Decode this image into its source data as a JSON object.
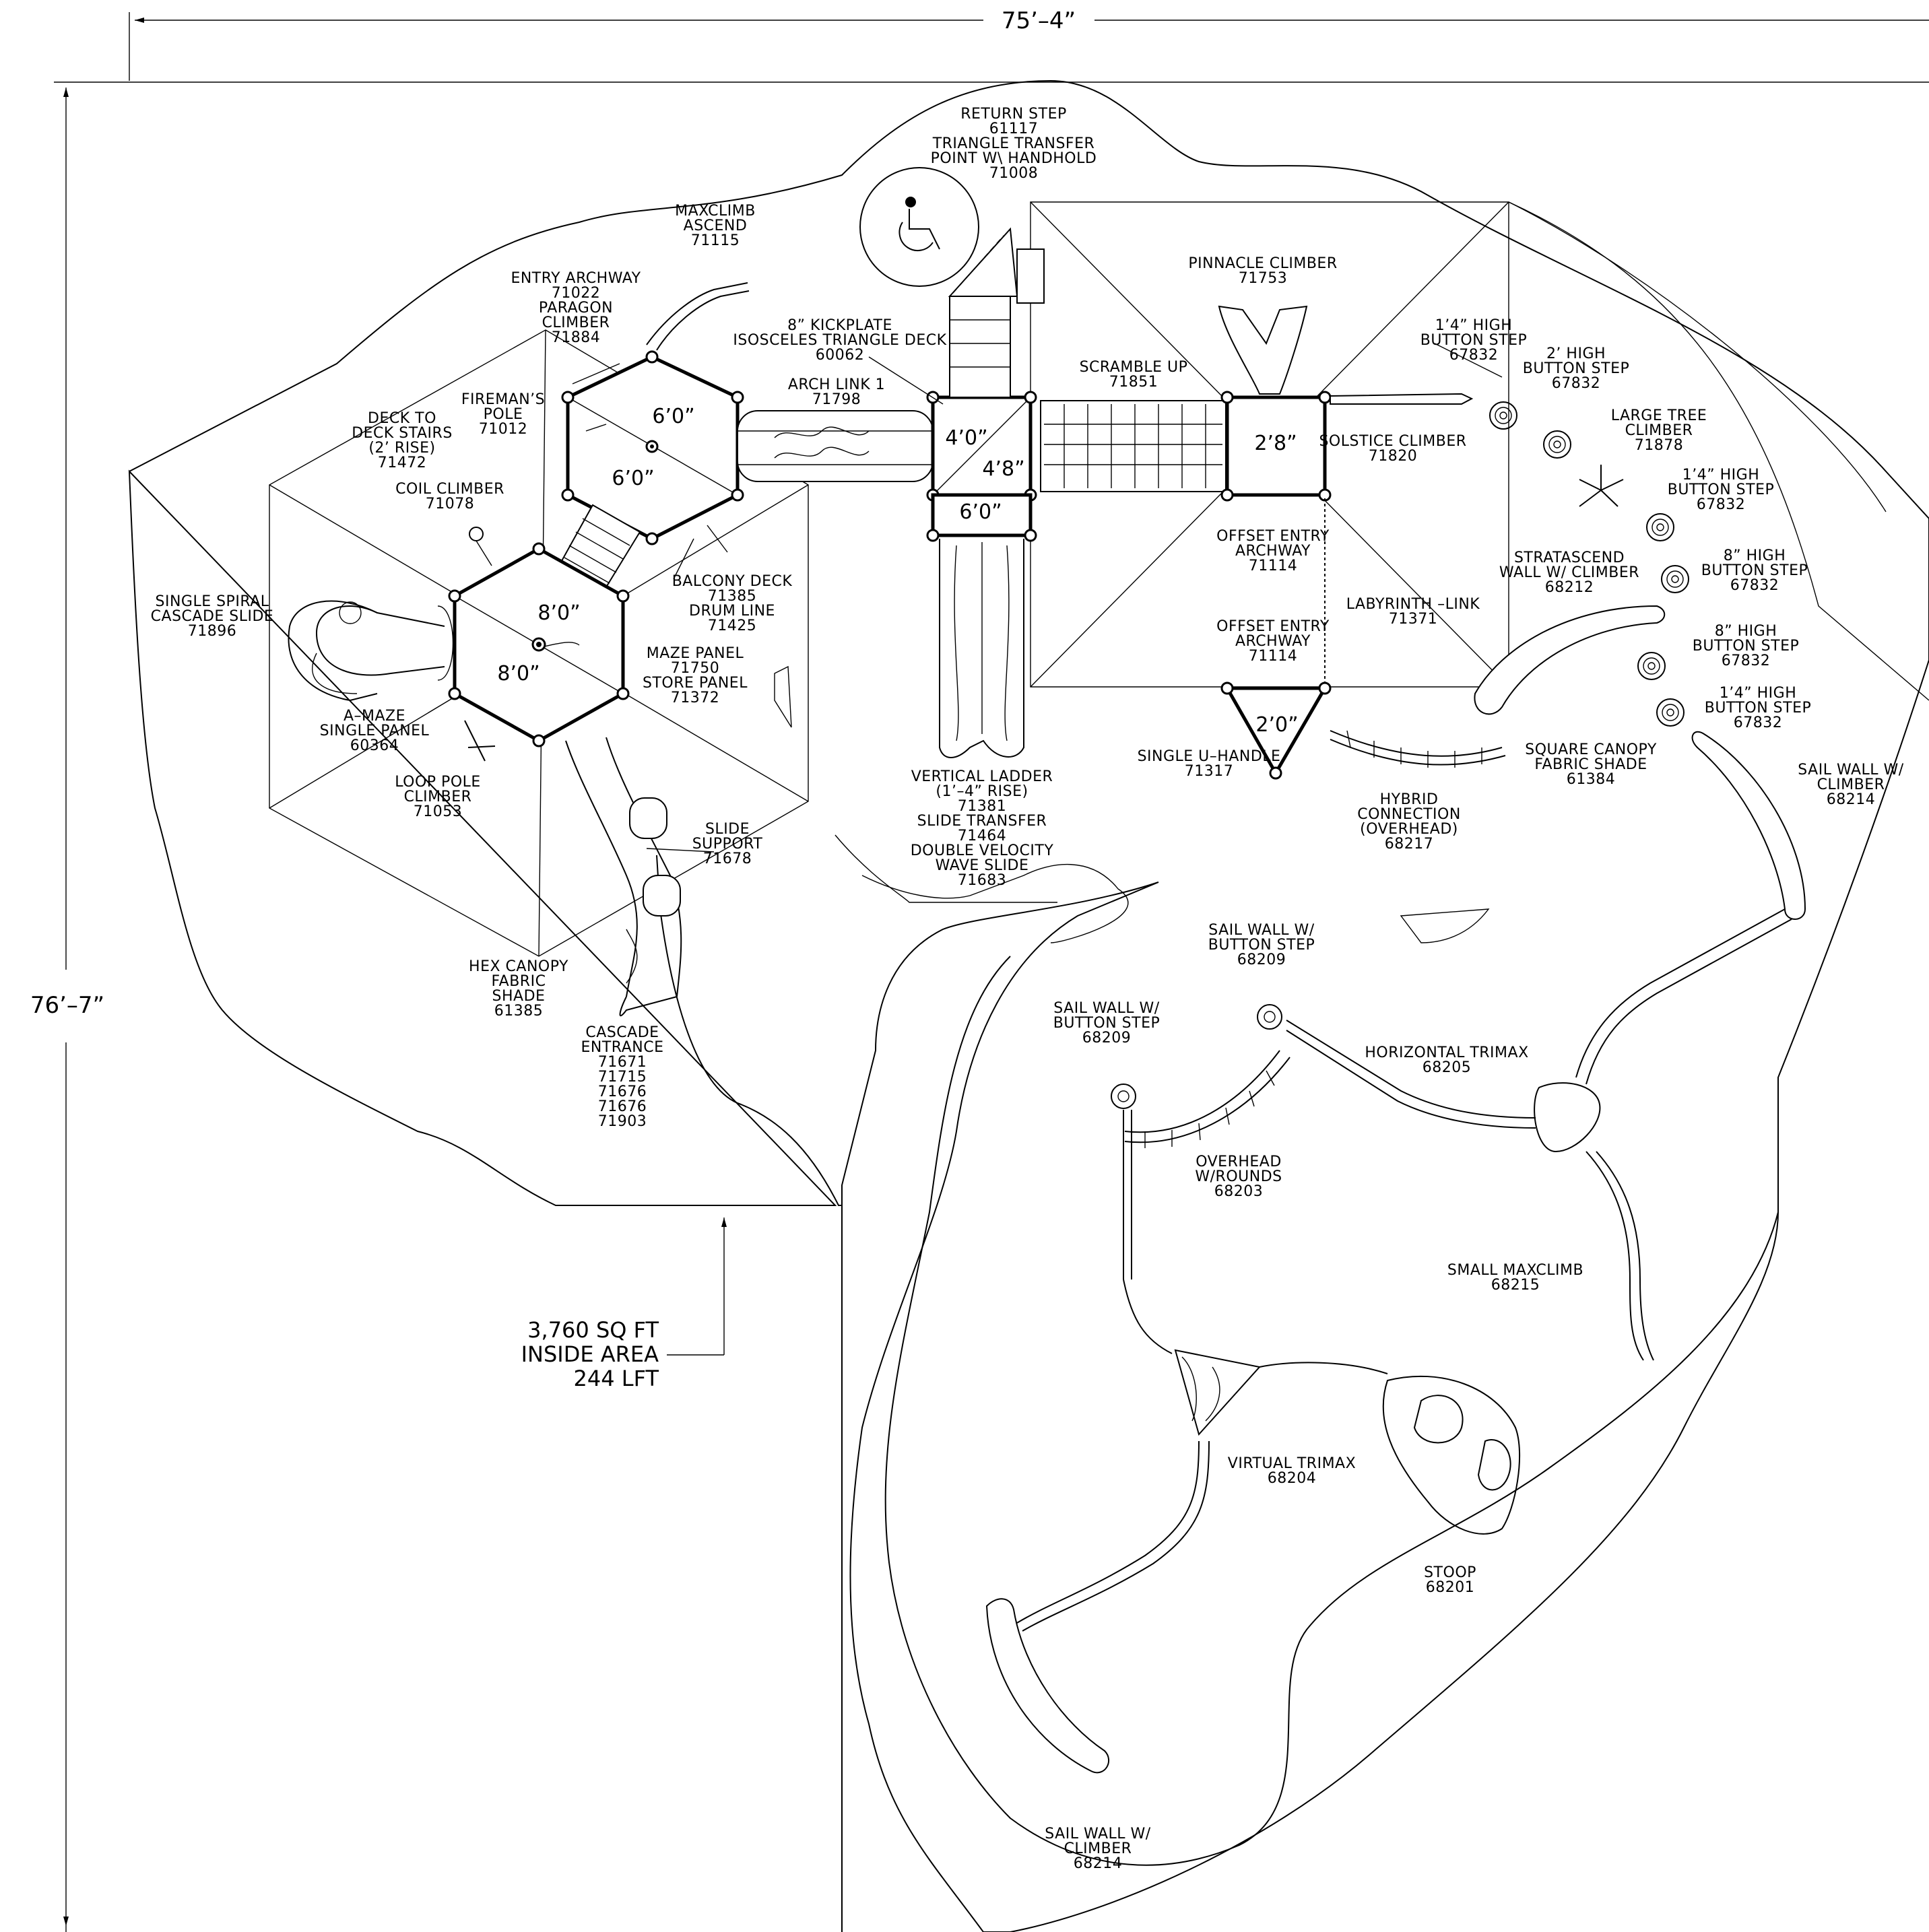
{
  "dimensions": {
    "width": "75’–4”",
    "height": "76’–7”"
  },
  "area_note": {
    "line1": "3,760 SQ FT",
    "line2": "INSIDE AREA",
    "line3": "244 LFT"
  },
  "deck_sizes": {
    "hex_top_a": "6’0”",
    "hex_top_b": "6’0”",
    "hex_bottom_a": "8’0”",
    "hex_bottom_b": "8’0”",
    "square_a": "4’0”",
    "square_b": "4’8”",
    "small_deck": "6’0”",
    "right_deck": "2’8”",
    "triangle_deck": "2’0”"
  },
  "components": [
    {
      "id": "return-step",
      "lines": [
        "RETURN STEP",
        "61117",
        "TRIANGLE TRANSFER",
        "POINT W\\ HANDHOLD",
        "71008"
      ]
    },
    {
      "id": "maxclimb-ascend",
      "lines": [
        "MAXCLIMB",
        "ASCEND",
        "71115"
      ]
    },
    {
      "id": "entry-archway",
      "lines": [
        "ENTRY ARCHWAY",
        "71022",
        "PARAGON",
        "CLIMBER",
        "71884"
      ]
    },
    {
      "id": "pinnacle-climber",
      "lines": [
        "PINNACLE CLIMBER",
        "71753"
      ]
    },
    {
      "id": "kickplate-deck",
      "lines": [
        "8” KICKPLATE",
        "ISOSCELES TRIANGLE DECK",
        "60062"
      ]
    },
    {
      "id": "arch-link",
      "lines": [
        "ARCH LINK 1",
        "71798"
      ]
    },
    {
      "id": "scramble-up",
      "lines": [
        "SCRAMBLE UP",
        "71851"
      ]
    },
    {
      "id": "fireman-pole",
      "lines": [
        "FIREMAN’S",
        "POLE",
        "71012"
      ]
    },
    {
      "id": "deck-stairs",
      "lines": [
        "DECK TO",
        "DECK STAIRS",
        "(2’ RISE)",
        "71472"
      ]
    },
    {
      "id": "coil-climber",
      "lines": [
        "COIL CLIMBER",
        "71078"
      ]
    },
    {
      "id": "button-step-14-a",
      "lines": [
        "1’4” HIGH",
        "BUTTON STEP",
        "67832"
      ]
    },
    {
      "id": "button-step-2",
      "lines": [
        "2’ HIGH",
        "BUTTON STEP",
        "67832"
      ]
    },
    {
      "id": "large-tree-climber",
      "lines": [
        "LARGE TREE",
        "CLIMBER",
        "71878"
      ]
    },
    {
      "id": "button-step-14-b",
      "lines": [
        "1’4” HIGH",
        "BUTTON STEP",
        "67832"
      ]
    },
    {
      "id": "solstice-climber",
      "lines": [
        "SOLSTICE CLIMBER",
        "71820"
      ]
    },
    {
      "id": "offset-archway-a",
      "lines": [
        "OFFSET ENTRY",
        "ARCHWAY",
        "71114"
      ]
    },
    {
      "id": "offset-archway-b",
      "lines": [
        "OFFSET ENTRY",
        "ARCHWAY",
        "71114"
      ]
    },
    {
      "id": "stratascend",
      "lines": [
        "STRATASCEND",
        "WALL W/ CLIMBER",
        "68212"
      ]
    },
    {
      "id": "button-step-8-a",
      "lines": [
        "8” HIGH",
        "BUTTON STEP",
        "67832"
      ]
    },
    {
      "id": "button-step-8-b",
      "lines": [
        "8” HIGH",
        "BUTTON STEP",
        "67832"
      ]
    },
    {
      "id": "button-step-14-c",
      "lines": [
        "1’4” HIGH",
        "BUTTON STEP",
        "67832"
      ]
    },
    {
      "id": "labyrinth-link",
      "lines": [
        "LABYRINTH –LINK",
        "71371"
      ]
    },
    {
      "id": "balcony-deck",
      "lines": [
        "BALCONY DECK",
        "71385",
        "DRUM LINE",
        "71425"
      ]
    },
    {
      "id": "spiral-slide",
      "lines": [
        "SINGLE SPIRAL",
        "CASCADE SLIDE",
        "71896"
      ]
    },
    {
      "id": "maze-panel",
      "lines": [
        "MAZE PANEL",
        "71750",
        "STORE PANEL",
        "71372"
      ]
    },
    {
      "id": "a-maze",
      "lines": [
        "A–MAZE",
        "SINGLE PANEL",
        "60364"
      ]
    },
    {
      "id": "loop-pole",
      "lines": [
        "LOOP POLE",
        "CLIMBER",
        "71053"
      ]
    },
    {
      "id": "single-u-handle",
      "lines": [
        "SINGLE U–HANDLE",
        "71317"
      ]
    },
    {
      "id": "square-canopy",
      "lines": [
        "SQUARE CANOPY",
        "FABRIC SHADE",
        "61384"
      ]
    },
    {
      "id": "sail-wall-climber-a",
      "lines": [
        "SAIL WALL W/",
        "CLIMBER",
        "68214"
      ]
    },
    {
      "id": "vertical-ladder",
      "lines": [
        "VERTICAL LADDER",
        "(1’–4” RISE)",
        "71381",
        "SLIDE TRANSFER",
        "71464",
        "DOUBLE VELOCITY",
        "WAVE SLIDE",
        "71683"
      ]
    },
    {
      "id": "hybrid-connection",
      "lines": [
        "HYBRID",
        "CONNECTION",
        "(OVERHEAD)",
        "68217"
      ]
    },
    {
      "id": "slide-support",
      "lines": [
        "SLIDE",
        "SUPPORT",
        "71678"
      ]
    },
    {
      "id": "hex-canopy",
      "lines": [
        "HEX CANOPY",
        "FABRIC",
        "SHADE",
        "61385"
      ]
    },
    {
      "id": "sail-wall-step-a",
      "lines": [
        "SAIL WALL W/",
        "BUTTON STEP",
        "68209"
      ]
    },
    {
      "id": "sail-wall-step-b",
      "lines": [
        "SAIL WALL W/",
        "BUTTON STEP",
        "68209"
      ]
    },
    {
      "id": "cascade-entrance",
      "lines": [
        "CASCADE",
        "ENTRANCE",
        "71671",
        "71715",
        "71676",
        "71676",
        "71903"
      ]
    },
    {
      "id": "horizontal-trimax",
      "lines": [
        "HORIZONTAL TRIMAX",
        "68205"
      ]
    },
    {
      "id": "overhead-rounds",
      "lines": [
        "OVERHEAD",
        "W/ROUNDS",
        "68203"
      ]
    },
    {
      "id": "small-maxclimb",
      "lines": [
        "SMALL MAXCLIMB",
        "68215"
      ]
    },
    {
      "id": "virtual-trimax",
      "lines": [
        "VIRTUAL TRIMAX",
        "68204"
      ]
    },
    {
      "id": "stoop",
      "lines": [
        "STOOP",
        "68201"
      ]
    },
    {
      "id": "sail-wall-climber-b",
      "lines": [
        "SAIL WALL W/",
        "CLIMBER",
        "68214"
      ]
    }
  ],
  "icons": {
    "accessibility": "wheelchair-icon"
  }
}
